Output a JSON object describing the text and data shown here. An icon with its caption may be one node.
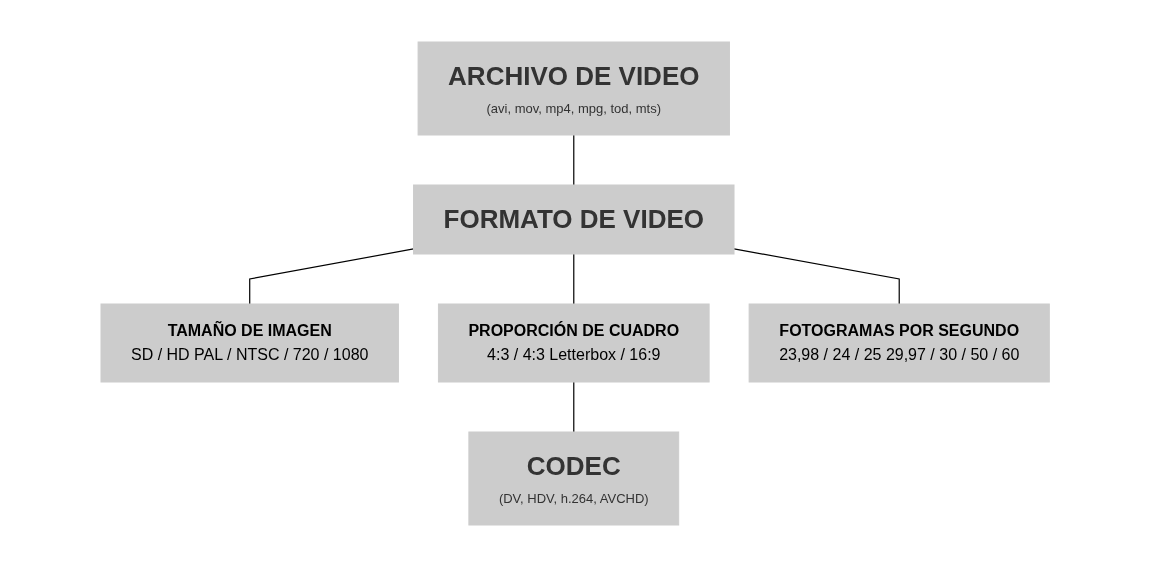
{
  "diagram": {
    "nodes": [
      {
        "text": [
          "ARCHIVO DE VIDEO",
          "(avi, mov, mp4, mpg, tod, mts)"
        ]
      },
      {
        "text": [
          "FORMATO DE VIDEO"
        ]
      },
      {
        "text": [
          "TAMAÑO DE IMAGEN",
          "SD / HD PAL / NTSC / 720 / 1080"
        ]
      },
      {
        "text": [
          "PROPORCIÓN DE CUADRO",
          "4:3 / 4:3 Letterbox / 16:9"
        ]
      },
      {
        "text": [
          "FOTOGRAMAS POR SEGUNDO",
          "23,98 / 24 / 25 29,97 / 30 / 50 / 60"
        ]
      },
      {
        "text": [
          "CODEC",
          "(DV, HDV, h.264, AVCHD)"
        ]
      }
    ],
    "edges": [
      {
        "from": 0,
        "to": 1,
        "arrow": "none"
      },
      {
        "from": 1,
        "to": 2,
        "arrow": "none"
      },
      {
        "from": 1,
        "to": 3,
        "arrow": "none"
      },
      {
        "from": 1,
        "to": 4,
        "arrow": "none"
      },
      {
        "from": 3,
        "to": 5,
        "arrow": "none"
      }
    ]
  }
}
